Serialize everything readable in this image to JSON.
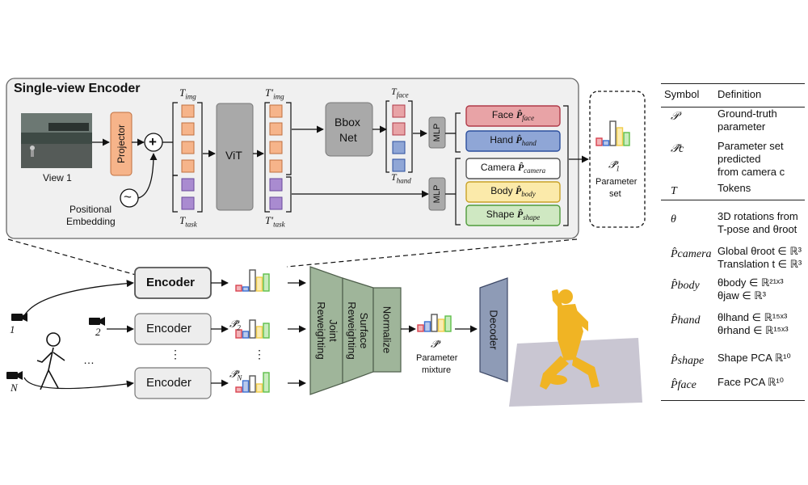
{
  "encoder_panel": {
    "title": "Single-view Encoder",
    "view_label": "View 1",
    "projector": "Projector",
    "positional_embedding": [
      "Positional",
      "Embedding"
    ],
    "plus": "+",
    "tilde": "~",
    "vit": "ViT",
    "bbox_net": [
      "Bbox",
      "Net"
    ],
    "mlp_1": "MLP",
    "mlp_2": "MLP",
    "tokens": {
      "t_img": "T",
      "t_img_sub": "img",
      "t_task": "T",
      "t_task_sub": "task",
      "t_img_prime": "T′",
      "t_img_prime_sub": "img",
      "t_task_prime": "T′",
      "t_task_prime_sub": "task",
      "t_face": "T",
      "t_face_sub": "face",
      "t_hand": "T",
      "t_hand_sub": "hand"
    },
    "heads": [
      {
        "name": "Face",
        "sym": "P̂",
        "sub": "face",
        "fill": "#e8a3a6",
        "stroke": "#b03a48"
      },
      {
        "name": "Hand",
        "sym": "P̂",
        "sub": "hand",
        "fill": "#8fa6d6",
        "stroke": "#2c4f9e"
      },
      {
        "name": "Camera",
        "sym": "P̂",
        "sub": "camera",
        "fill": "#ffffff",
        "stroke": "#555555"
      },
      {
        "name": "Body",
        "sym": "P̂",
        "sub": "body",
        "fill": "#fbeaaa",
        "stroke": "#c9a227"
      },
      {
        "name": "Shape",
        "sym": "P̂",
        "sub": "shape",
        "fill": "#cfe8c2",
        "stroke": "#4f9a3b"
      }
    ],
    "param_set_sym": "𝒫̂",
    "param_set_sub": "1",
    "param_set_label": [
      "Parameter",
      "set"
    ]
  },
  "pipeline": {
    "encoders": [
      "Encoder",
      "Encoder",
      "Encoder"
    ],
    "ellipsis": "⋮",
    "dots": "…",
    "cam_labels": [
      "1",
      "2",
      "N"
    ],
    "param_syms": [
      {
        "sym": "𝒫̂",
        "sub": "2"
      },
      {
        "sym": "𝒫̂",
        "sub": "N"
      }
    ],
    "joint_reweighting": "Joint Reweighting",
    "surface_reweighting": "Surface Reweighting",
    "normalize": "Normalize",
    "decoder": "Decoder",
    "mixture_sym": "𝒫̂",
    "mixture_label": [
      "Parameter",
      "mixture"
    ]
  },
  "colors": {
    "red": "#d9434f",
    "blue": "#3d6fd1",
    "yellow": "#f1cc4a",
    "green": "#5fbf4a",
    "orange_box": "#f6b48a",
    "purple_token": "#a98bd0",
    "gray_box": "#a9a9a9",
    "reweight": "#9fb59a",
    "decoder": "#8e9bb6",
    "avatar": "#f0b424"
  },
  "legend": {
    "header": [
      "Symbol",
      "Definition"
    ],
    "rows": [
      {
        "sym": "𝒫",
        "def": [
          "Ground-truth",
          "parameter"
        ]
      },
      {
        "sym": "𝒫̂c",
        "def": [
          "Parameter set",
          "predicted",
          "from camera c"
        ]
      },
      {
        "sym": "T",
        "def": [
          "Tokens"
        ]
      },
      {
        "sym": "θ",
        "def": [
          "3D rotations from",
          "T-pose and θroot"
        ]
      },
      {
        "sym": "P̂camera",
        "def": [
          "Global θroot ∈ ℝ³",
          "Translation t ∈ ℝ³"
        ]
      },
      {
        "sym": "P̂body",
        "def": [
          "θbody ∈ ℝ²¹ˣ³",
          "θjaw ∈ ℝ³"
        ]
      },
      {
        "sym": "P̂hand",
        "def": [
          "θlhand ∈ ℝ¹⁵ˣ³",
          "θrhand ∈ ℝ¹⁵ˣ³"
        ]
      },
      {
        "sym": "P̂shape",
        "def": [
          "Shape PCA ℝ¹⁰"
        ]
      },
      {
        "sym": "P̂face",
        "def": [
          "Face PCA ℝ¹⁰"
        ]
      }
    ]
  }
}
